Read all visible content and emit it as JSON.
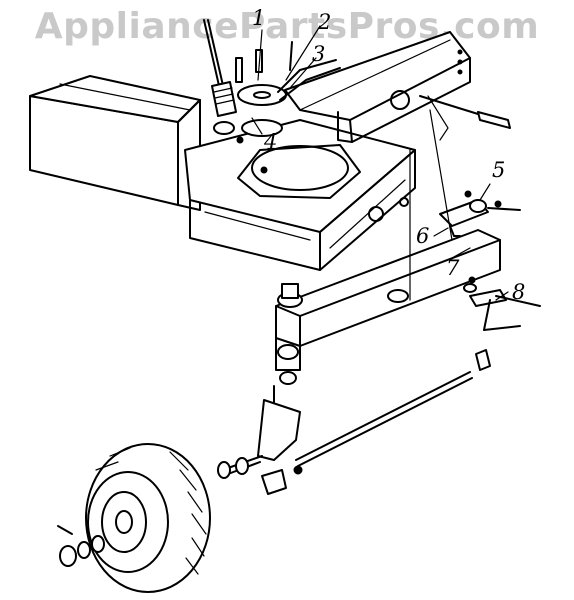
{
  "watermark": "AppliancePartsPros.com",
  "callouts": [
    {
      "key": "c1",
      "text": "1"
    },
    {
      "key": "c2",
      "text": "2"
    },
    {
      "key": "c3",
      "text": "3"
    },
    {
      "key": "c4",
      "text": "4"
    },
    {
      "key": "c5",
      "text": "5"
    },
    {
      "key": "c6",
      "text": "6"
    },
    {
      "key": "c7",
      "text": "7"
    },
    {
      "key": "c8",
      "text": "8"
    }
  ]
}
